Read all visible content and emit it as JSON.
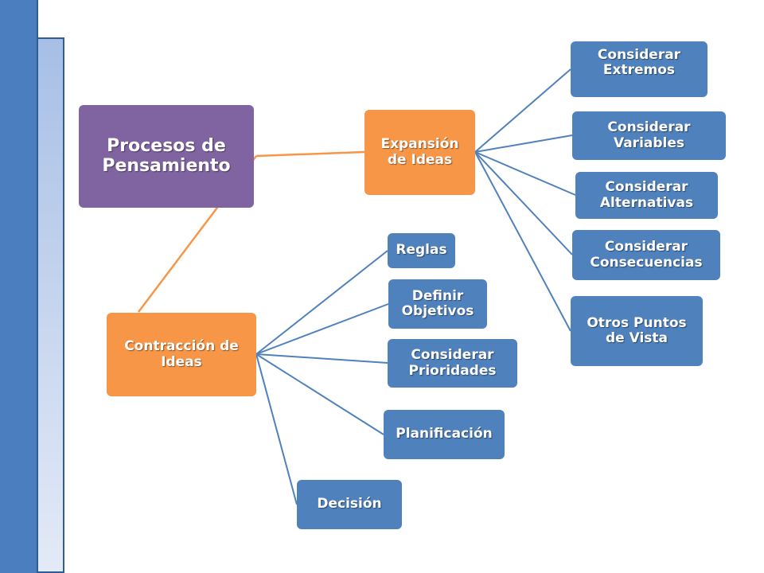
{
  "diagram": {
    "root": {
      "label": "Procesos de Pensamiento"
    },
    "expansion": {
      "label": "Expansión de Ideas",
      "children": [
        "Considerar Extremos",
        "Considerar Variables",
        "Considerar Alternativas",
        "Considerar Consecuencias",
        "Otros Puntos de Vista"
      ]
    },
    "contraction": {
      "label": "Contracción de Ideas",
      "children": [
        "Reglas",
        "Definir Objetivos",
        "Considerar Prioridades",
        "Planificación",
        "Decisión"
      ]
    }
  },
  "colors": {
    "purple": "#8064a2",
    "orange": "#f79646",
    "blue": "#4f81bd",
    "connector_orange": "#f79646",
    "connector_blue": "#4f81bd"
  }
}
